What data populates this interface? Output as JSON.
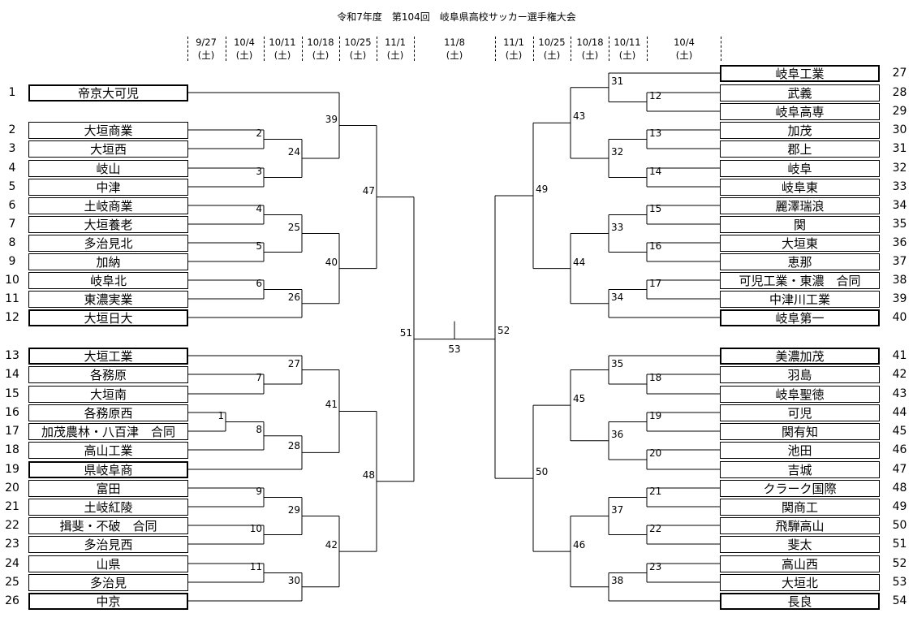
{
  "title": "令和7年度　第104回　岐阜県高校サッカー選手権大会",
  "dates": [
    {
      "date": "9/27",
      "day": "(土)"
    },
    {
      "date": "10/4",
      "day": "(土)"
    },
    {
      "date": "10/11",
      "day": "(土)"
    },
    {
      "date": "10/18",
      "day": "(土)"
    },
    {
      "date": "10/25",
      "day": "(土)"
    },
    {
      "date": "11/1",
      "day": "(土)"
    },
    {
      "date": "11/8",
      "day": "(土)"
    },
    {
      "date": "11/1",
      "day": "(土)"
    },
    {
      "date": "10/25",
      "day": "(土)"
    },
    {
      "date": "10/18",
      "day": "(土)"
    },
    {
      "date": "10/11",
      "day": "(土)"
    },
    {
      "date": "10/4",
      "day": "(土)"
    }
  ],
  "teams": [
    {
      "no": "1",
      "name": "帝京大可児",
      "seed": true
    },
    {
      "no": "2",
      "name": "大垣商業",
      "seed": false
    },
    {
      "no": "3",
      "name": "大垣西",
      "seed": false
    },
    {
      "no": "4",
      "name": "岐山",
      "seed": false
    },
    {
      "no": "5",
      "name": "中津",
      "seed": false
    },
    {
      "no": "6",
      "name": "土岐商業",
      "seed": false
    },
    {
      "no": "7",
      "name": "大垣養老",
      "seed": false
    },
    {
      "no": "8",
      "name": "多治見北",
      "seed": false
    },
    {
      "no": "9",
      "name": "加納",
      "seed": false
    },
    {
      "no": "10",
      "name": "岐阜北",
      "seed": false
    },
    {
      "no": "11",
      "name": "東濃実業",
      "seed": false
    },
    {
      "no": "12",
      "name": "大垣日大",
      "seed": true
    },
    {
      "no": "13",
      "name": "大垣工業",
      "seed": true
    },
    {
      "no": "14",
      "name": "各務原",
      "seed": false
    },
    {
      "no": "15",
      "name": "大垣南",
      "seed": false
    },
    {
      "no": "16",
      "name": "各務原西",
      "seed": false
    },
    {
      "no": "17",
      "name": "加茂農林・八百津　合同",
      "seed": false
    },
    {
      "no": "18",
      "name": "高山工業",
      "seed": false
    },
    {
      "no": "19",
      "name": "県岐阜商",
      "seed": true
    },
    {
      "no": "20",
      "name": "富田",
      "seed": false
    },
    {
      "no": "21",
      "name": "土岐紅陵",
      "seed": false
    },
    {
      "no": "22",
      "name": "揖斐・不破　合同",
      "seed": false
    },
    {
      "no": "23",
      "name": "多治見西",
      "seed": false
    },
    {
      "no": "24",
      "name": "山県",
      "seed": false
    },
    {
      "no": "25",
      "name": "多治見",
      "seed": false
    },
    {
      "no": "26",
      "name": "中京",
      "seed": true
    },
    {
      "no": "27",
      "name": "岐阜工業",
      "seed": true
    },
    {
      "no": "28",
      "name": "武義",
      "seed": false
    },
    {
      "no": "29",
      "name": "岐阜高専",
      "seed": false
    },
    {
      "no": "30",
      "name": "加茂",
      "seed": false
    },
    {
      "no": "31",
      "name": "郡上",
      "seed": false
    },
    {
      "no": "32",
      "name": "岐阜",
      "seed": false
    },
    {
      "no": "33",
      "name": "岐阜東",
      "seed": false
    },
    {
      "no": "34",
      "name": "麗澤瑞浪",
      "seed": false
    },
    {
      "no": "35",
      "name": "関",
      "seed": false
    },
    {
      "no": "36",
      "name": "大垣東",
      "seed": false
    },
    {
      "no": "37",
      "name": "恵那",
      "seed": false
    },
    {
      "no": "38",
      "name": "可児工業・東濃　合同",
      "seed": false
    },
    {
      "no": "39",
      "name": "中津川工業",
      "seed": false
    },
    {
      "no": "40",
      "name": "岐阜第一",
      "seed": true
    },
    {
      "no": "41",
      "name": "美濃加茂",
      "seed": true
    },
    {
      "no": "42",
      "name": "羽島",
      "seed": false
    },
    {
      "no": "43",
      "name": "岐阜聖徳",
      "seed": false
    },
    {
      "no": "44",
      "name": "可児",
      "seed": false
    },
    {
      "no": "45",
      "name": "関有知",
      "seed": false
    },
    {
      "no": "46",
      "name": "池田",
      "seed": false
    },
    {
      "no": "47",
      "name": "吉城",
      "seed": false
    },
    {
      "no": "48",
      "name": "クラーク国際",
      "seed": false
    },
    {
      "no": "49",
      "name": "関商工",
      "seed": false
    },
    {
      "no": "50",
      "name": "飛騨高山",
      "seed": false
    },
    {
      "no": "51",
      "name": "斐太",
      "seed": false
    },
    {
      "no": "52",
      "name": "高山西",
      "seed": false
    },
    {
      "no": "53",
      "name": "大垣北",
      "seed": false
    },
    {
      "no": "54",
      "name": "長良",
      "seed": true
    }
  ],
  "matches": [
    "1",
    "2",
    "3",
    "4",
    "5",
    "6",
    "7",
    "8",
    "9",
    "10",
    "11",
    "12",
    "13",
    "14",
    "15",
    "16",
    "17",
    "18",
    "19",
    "20",
    "21",
    "22",
    "23",
    "24",
    "25",
    "26",
    "27",
    "28",
    "29",
    "30",
    "31",
    "32",
    "33",
    "34",
    "35",
    "36",
    "37",
    "38",
    "39",
    "40",
    "41",
    "42",
    "43",
    "44",
    "45",
    "46",
    "47",
    "48",
    "49",
    "50",
    "51",
    "52",
    "53"
  ]
}
